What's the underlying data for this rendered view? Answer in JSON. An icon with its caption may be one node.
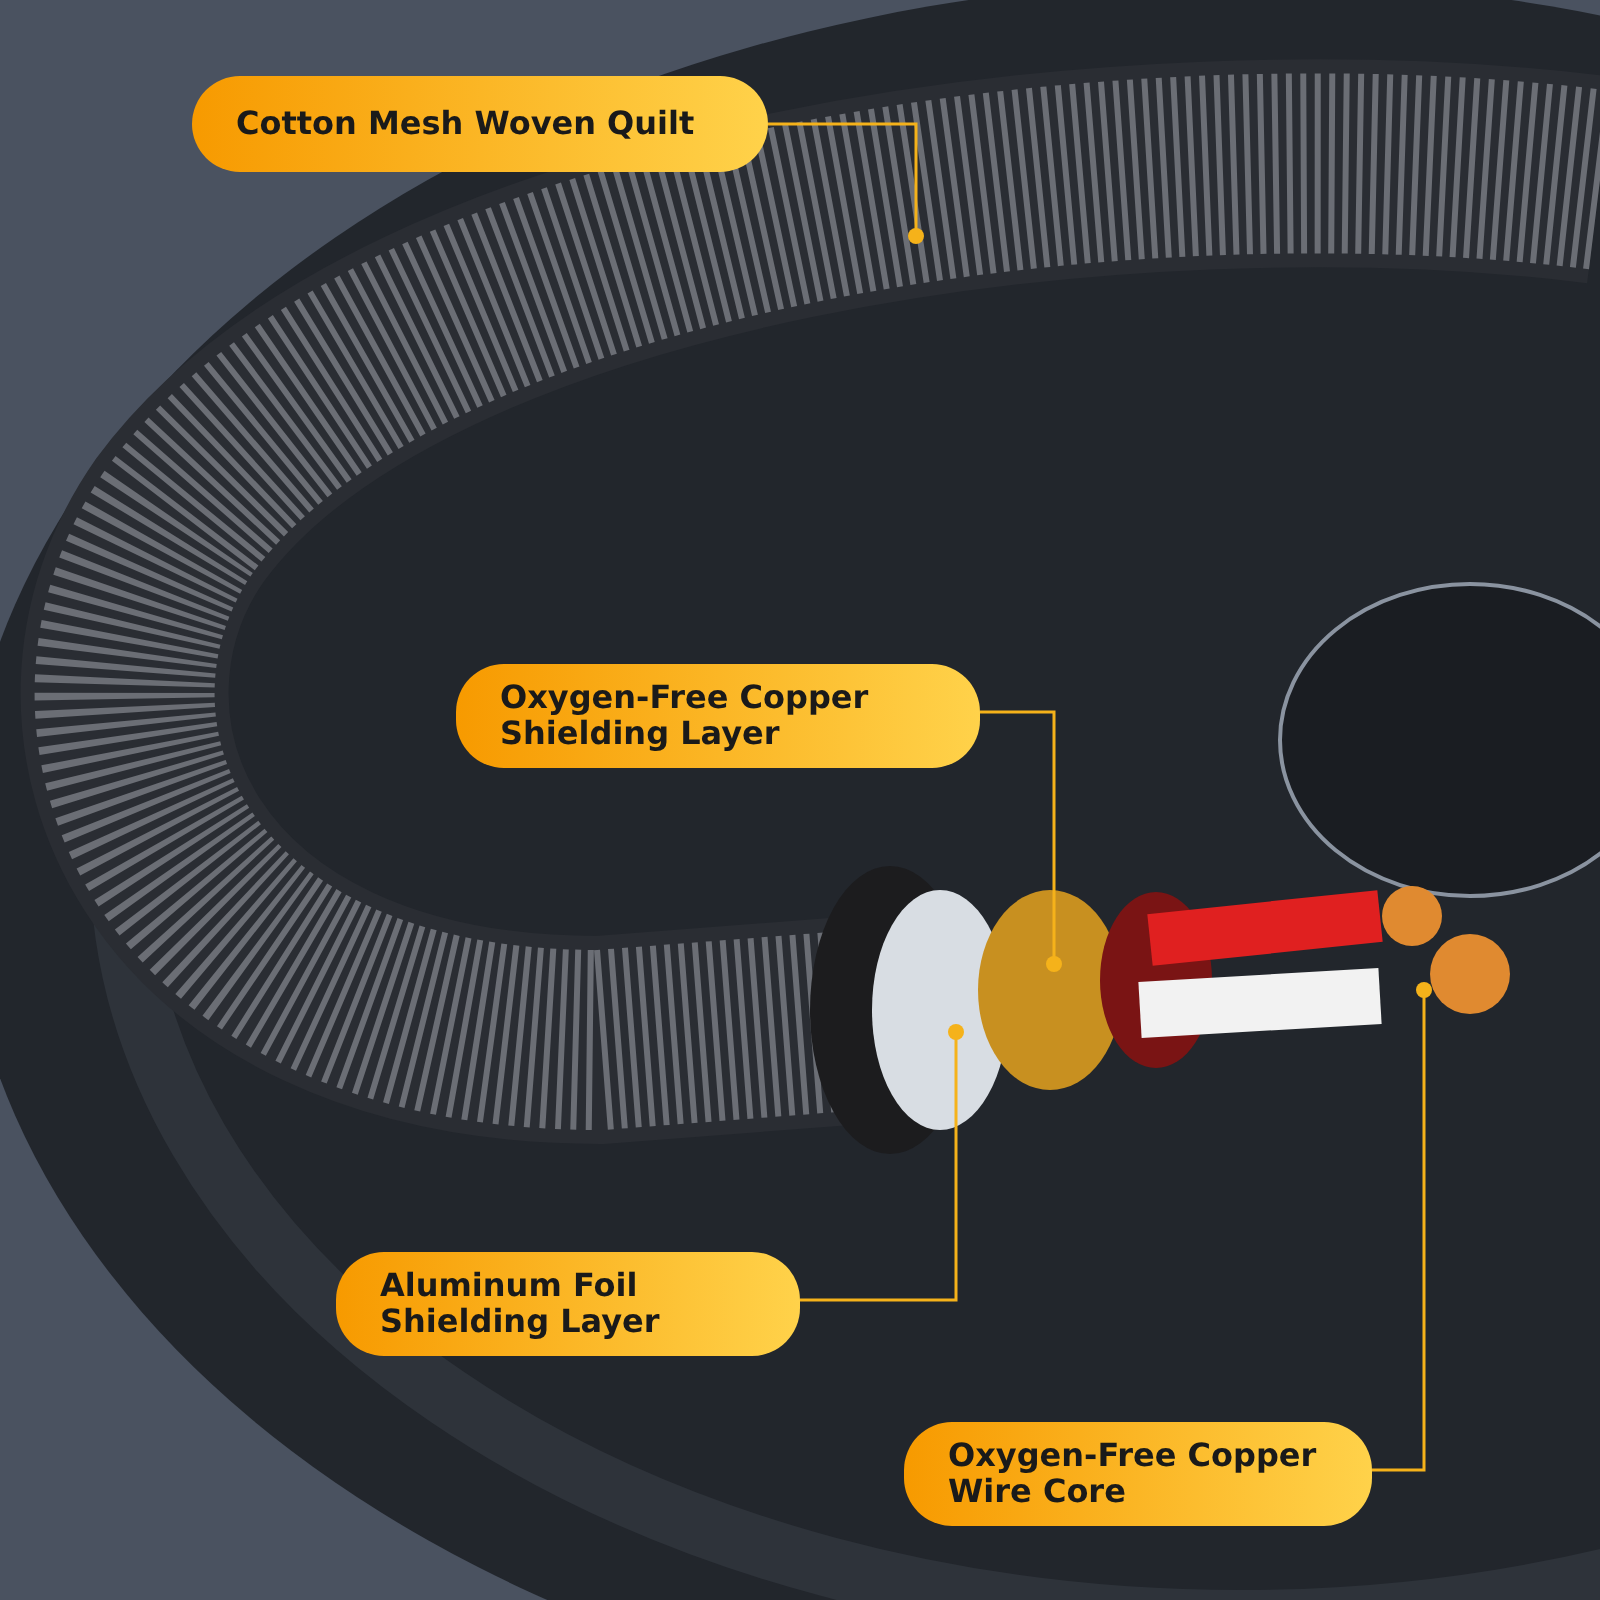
{
  "diagram": {
    "nodes": [
      {
        "text": [
          "Cotton Mesh Woven Quilt"
        ]
      },
      {
        "text": [
          "Oxygen-Free Copper Shielding Layer"
        ]
      },
      {
        "text": [
          "Aluminum Foil Shielding Layer"
        ]
      },
      {
        "text": [
          "Oxygen-Free Copper Wire Core"
        ]
      }
    ],
    "edges": [
      {
        "from": 0,
        "to": null,
        "arrow": "other"
      },
      {
        "from": 1,
        "to": null,
        "arrow": "other"
      },
      {
        "from": 2,
        "to": null,
        "arrow": "other"
      },
      {
        "from": 3,
        "to": null,
        "arrow": "other"
      }
    ]
  }
}
